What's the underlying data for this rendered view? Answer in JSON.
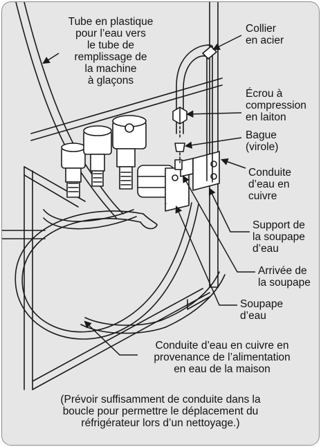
{
  "labels": {
    "plastic_tube": "Tube en plastique\npour l’eau vers\nle tube de\nremplissage de\nla machine\nà glaçons",
    "steel_clamp": "Collier\nen acier",
    "brass_nut": "Écrou à\ncompression\nen laiton",
    "ferrule": "Bague\n(virole)",
    "copper_line": "Conduite\nd’eau en\ncuivre",
    "valve_bracket": "Support de\nla soupape\nd’eau",
    "valve_inlet": "Arrivée de\nla soupape",
    "water_valve": "Soupape\nd’eau",
    "house_supply": "Conduite d’eau en cuivre en\nprovenance de l’alimentation\nen eau de la maison",
    "footnote": "(Prévoir suffisamment de conduite dans la\nboucle pour permettre le déplacement du\nréfrigérateur lors d’un nettoyage.)"
  },
  "colors": {
    "background": "#e6e6e6",
    "line": "#1a1a1a",
    "fill": "#ffffff"
  }
}
